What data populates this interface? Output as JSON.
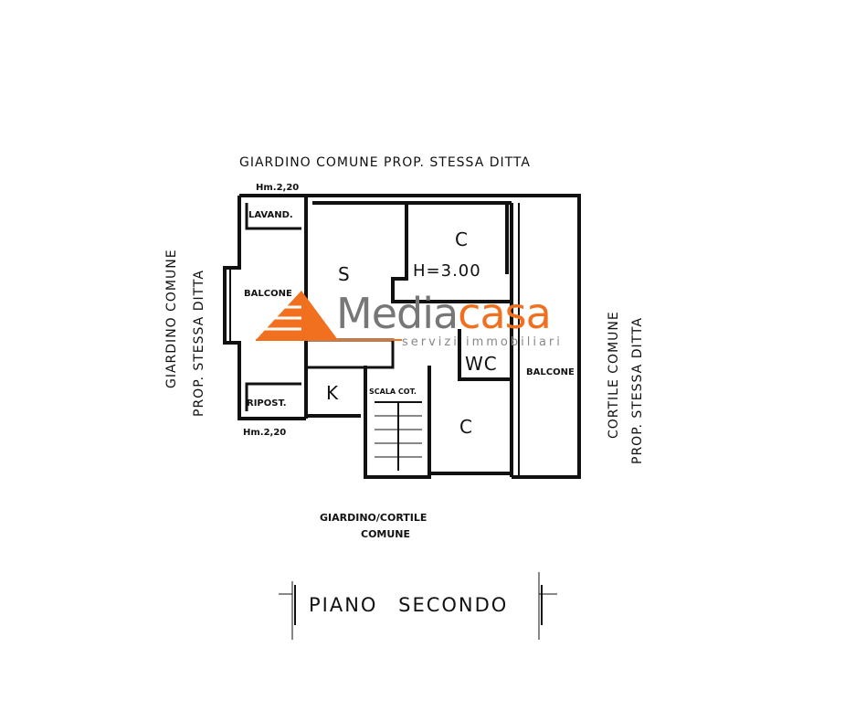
{
  "plan": {
    "top_label": "GIARDINO  COMUNE  PROP. STESSA  DITTA",
    "left_label_1": "GIARDINO  COMUNE",
    "left_label_2": "PROP.  STESSA  DITTA",
    "right_label_1": "CORTILE  COMUNE",
    "right_label_2": "PROP.  STESSA  DITTA",
    "bottom_label_1": "GIARDINO/CORTILE",
    "bottom_label_2": "COMUNE",
    "height_top": "Hm.2,20",
    "height_bottom": "Hm.2,20",
    "ceiling_height": "H=3.00",
    "rooms": {
      "lavand": "LAVAND.",
      "balcone_left": "BALCONE",
      "ripost": "RIPOST.",
      "s": "S",
      "c_top": "C",
      "wc": "WC",
      "k": "K",
      "scala": "SCALA COT.",
      "c_bottom": "C",
      "balcone_right": "BALCONE"
    }
  },
  "logo": {
    "part1": "Media",
    "part2": "casa",
    "tagline": "servizi immobiliari",
    "accent": "#f07020",
    "gray": "#777777"
  },
  "title": "PIANO SECONDO"
}
